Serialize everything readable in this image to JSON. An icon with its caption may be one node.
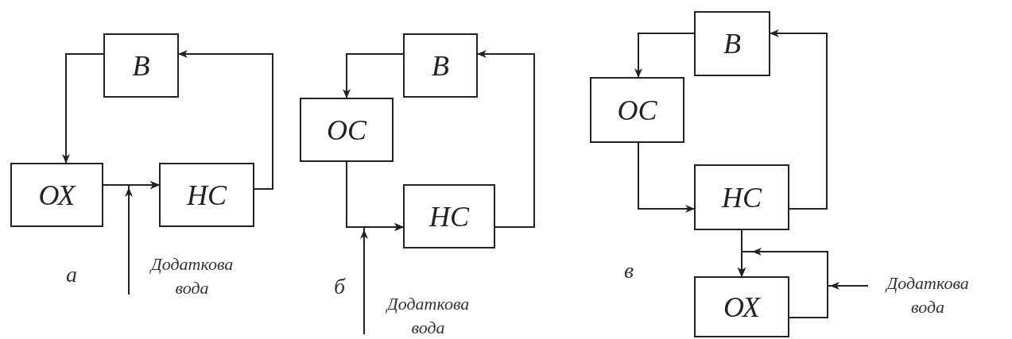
{
  "diagram": {
    "nodes": [
      {
        "text": [
          "В"
        ]
      },
      {
        "text": [
          "ОХ"
        ]
      },
      {
        "text": [
          "НС"
        ]
      },
      {
        "text": [
          "Додаткова вода"
        ]
      },
      {
        "text": [
          "В"
        ]
      },
      {
        "text": [
          "ОС"
        ]
      },
      {
        "text": [
          "НС"
        ]
      },
      {
        "text": [
          "Додаткова вода"
        ]
      },
      {
        "text": [
          "В"
        ]
      },
      {
        "text": [
          "ОС"
        ]
      },
      {
        "text": [
          "НС"
        ]
      },
      {
        "text": [
          "ОХ"
        ]
      },
      {
        "text": [
          "Додаткова вода"
        ]
      }
    ],
    "edges": [
      {
        "from": 0,
        "to": 1,
        "arrow": "to"
      },
      {
        "from": 1,
        "to": 2,
        "arrow": "to"
      },
      {
        "from": 2,
        "to": 0,
        "arrow": "to"
      },
      {
        "from": 3,
        "to": 2,
        "arrow": "to"
      },
      {
        "from": 4,
        "to": 5,
        "arrow": "to"
      },
      {
        "from": 5,
        "to": 6,
        "arrow": "to"
      },
      {
        "from": 6,
        "to": 4,
        "arrow": "to"
      },
      {
        "from": 7,
        "to": 6,
        "arrow": "to"
      },
      {
        "from": 8,
        "to": 9,
        "arrow": "to"
      },
      {
        "from": 9,
        "to": 10,
        "arrow": "to"
      },
      {
        "from": 10,
        "to": 8,
        "arrow": "to"
      },
      {
        "from": 10,
        "to": 11,
        "arrow": "to"
      },
      {
        "from": 11,
        "to": 11,
        "arrow": "to"
      },
      {
        "from": 12,
        "to": 11,
        "arrow": "to"
      }
    ],
    "labels": [
      "а",
      "б",
      "в"
    ]
  }
}
